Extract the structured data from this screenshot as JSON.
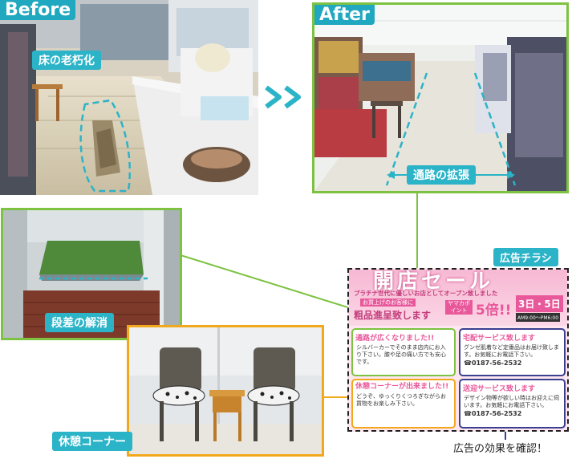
{
  "before": {
    "title": "Before",
    "note": "床の老朽化"
  },
  "after": {
    "title": "After",
    "note": "通路の拡張"
  },
  "arrow_glyph": "&gt;&gt;",
  "step": {
    "note": "段差の解消"
  },
  "rest": {
    "note": "休憩コーナー"
  },
  "flyer": {
    "tag": "広告チラシ",
    "caption": "広告の効果を確認！",
    "header_big": "開店セール",
    "header_sub": "プラチナ世代に優しいお店としてオープン致しました",
    "header_small": "お買上げのお客様に",
    "header_small2": "粗品進呈致します",
    "point_label": "ヤマカポイント",
    "point_value": "5倍!!",
    "dates": "3日・5日",
    "hours": "AM9:00～PM6:00",
    "box1_title": "通路が広くなりました!!",
    "box1_body": "シルバーカーでそのまま店内にお入り下さい。膝や足の痛い方でも安心です。",
    "box2_title": "休憩コーナーが出来ました!!",
    "box2_body": "どうぞ、ゆっくりくつろぎながらお買物をお楽しみ下さい。",
    "box3_title": "宅配サービス致します",
    "box3_body": "グンゼ肌着など定番品はお届け致します。お気軽にお電話下さい。",
    "box3_phone": "☎0187-56-2532",
    "box4_title": "送迎サービス致します",
    "box4_body": "デザイン物等が欲しい時はお迎えに伺います。お気軽にお電話下さい。",
    "box4_phone": "☎0187-56-2532"
  },
  "colors": {
    "green": "#7dc241",
    "orange": "#f2a81d",
    "teal": "#2bb3c7",
    "pink": "#e8589a",
    "navy": "#3a3f8f"
  }
}
